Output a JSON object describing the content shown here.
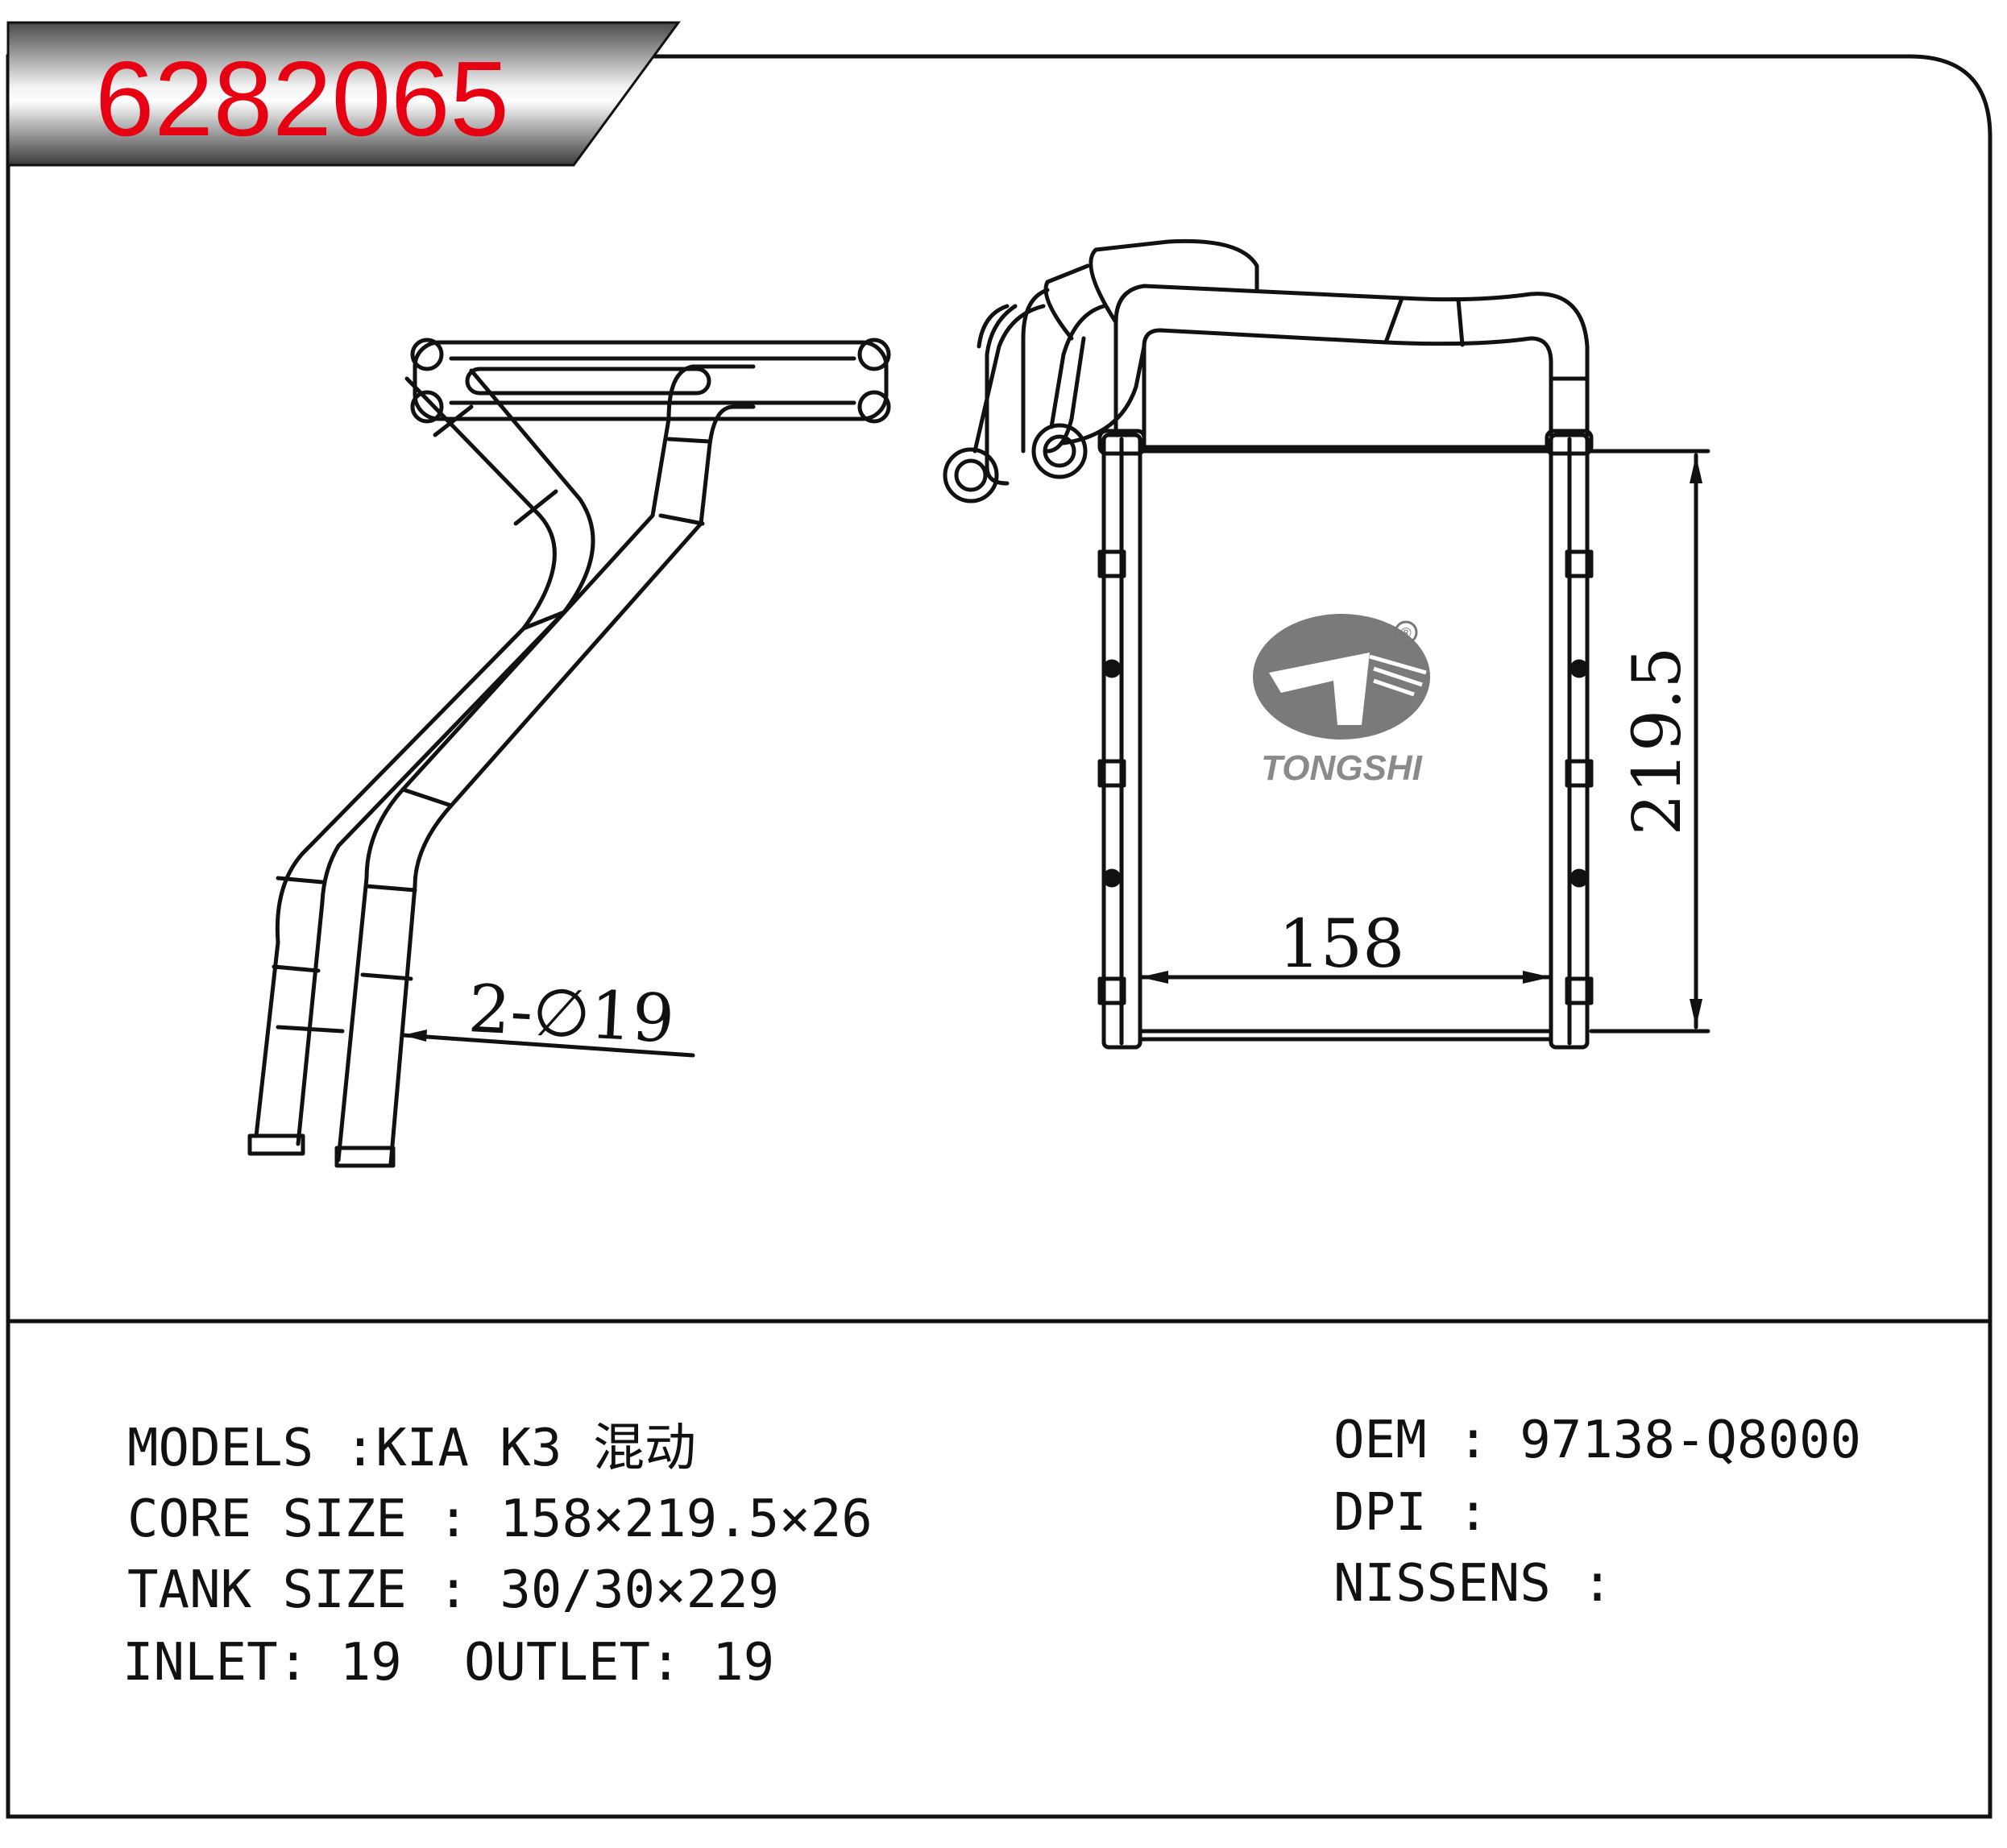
{
  "part_number": "6282065",
  "brand": "TONGSHI",
  "registered_mark": "®",
  "dimensions": {
    "width_label": "158",
    "height_label": "219.5",
    "pipe_label": "2-∅19"
  },
  "specs": {
    "models": "MODELS :KIA K3 混动",
    "core_size": "CORE SIZE : 158×219.5×26",
    "tank_size": "TANK SIZE : 30/30×229",
    "inlet_outlet": "INLET: 19  OUTLET: 19",
    "oem": "OEM : 97138-Q8000",
    "dpi": "DPI :",
    "nissens": "NISSENS :"
  },
  "colors": {
    "part_number": "#e60012",
    "line": "#111111",
    "logo": "#777777"
  }
}
